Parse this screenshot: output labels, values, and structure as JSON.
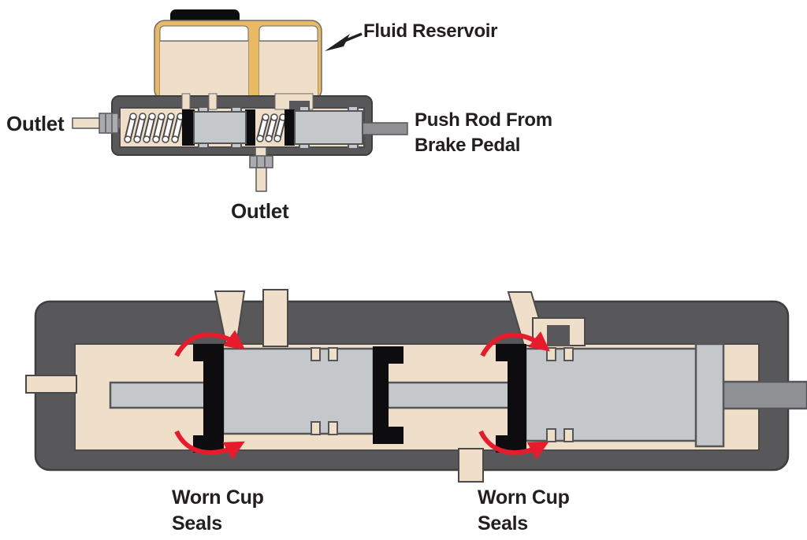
{
  "page": {
    "description": "Brake master cylinder illustration: overview with fluid reservoir and outlets (top), enlarged bore cross-section showing worn cup seals leaking (bottom)"
  },
  "colors": {
    "page_white": "#FFFFFF",
    "fluid_beige": "#EFDFC8",
    "reservoir_gold": "#EABA63",
    "housing_gray": "#58585A",
    "piston_gray": "#C5C8CB",
    "rod_gray": "#8E9093",
    "fitting_gray": "#A9ABAE",
    "seal_black": "#0D0D0F",
    "leak_arrow_red": "#E81B2D",
    "label_text": "#231F20",
    "chamber_white": "#FFFFFF"
  },
  "diagram_top": {
    "name": "Master cylinder cross-section",
    "labels": {
      "fluid_reservoir": "Fluid Reservoir",
      "outlet_left": "Outlet",
      "outlet_bottom": "Outlet",
      "push_rod": "Push Rod From\nBrake Pedal"
    }
  },
  "diagram_bottom": {
    "name": "Enlarged bore showing worn cup seals",
    "labels": {
      "worn_cup_seals_left": "Worn Cup\nSeals",
      "worn_cup_seals_right": "Worn Cup\nSeals"
    }
  }
}
